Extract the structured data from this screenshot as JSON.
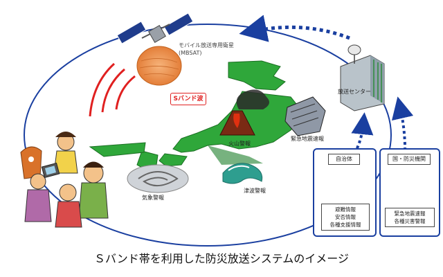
{
  "satellite": {
    "name": "モバイル放送専用衛星",
    "code": "(MBSAT)"
  },
  "wave": {
    "label": "Sバンド波"
  },
  "broadcast_center": {
    "label": "放送センター"
  },
  "hazards": {
    "volcano": "火山警報",
    "earthquake": "緊急地震速報",
    "weather": "気象警報",
    "tsunami": "津波警報"
  },
  "panels": {
    "local_government": {
      "title": "自治体",
      "items": [
        "避難情報",
        "安否情報",
        "各種支援情報"
      ]
    },
    "national_agency": {
      "title": "国・防災機関",
      "items": [
        "緊急地震速報",
        "各種災害警報"
      ]
    }
  },
  "caption": "Ｓバンド帯を利用した防災放送システムのイメージ",
  "colors": {
    "loop_arrow": "#1a3fa0",
    "land": "#2fa73a",
    "wave": "#e02020",
    "panel_border": "#1a3fa0"
  }
}
